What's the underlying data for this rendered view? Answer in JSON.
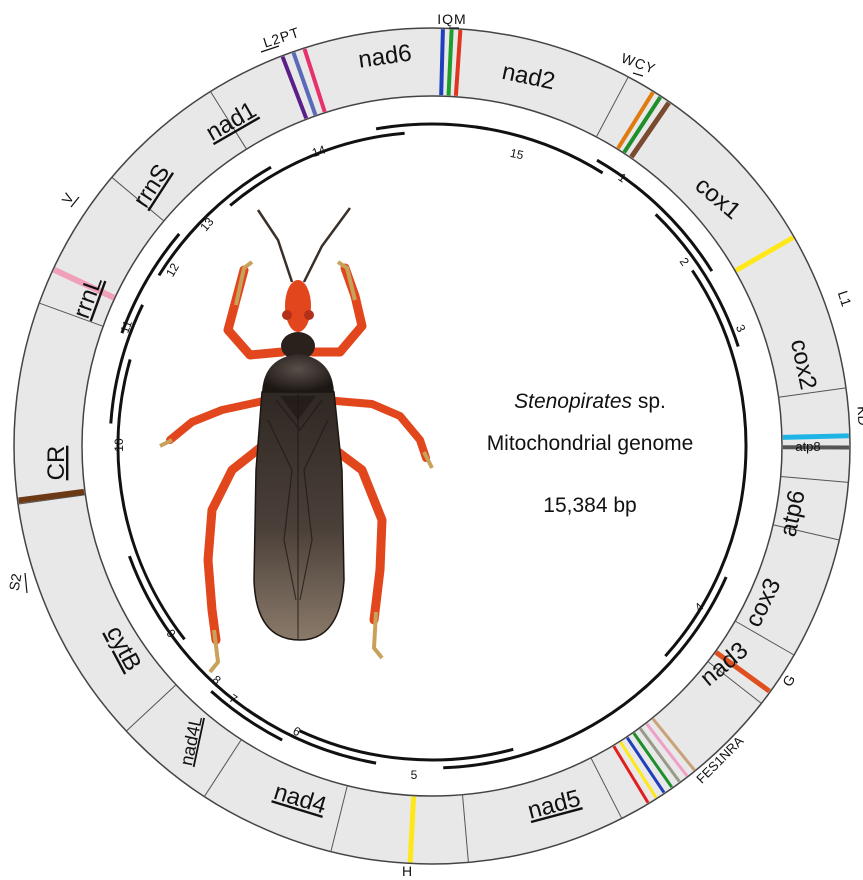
{
  "title": {
    "species_italic": "Stenopirates",
    "species_suffix": " sp.",
    "subtitle": "Mitochondrial genome",
    "size": "15,384 bp"
  },
  "colors": {
    "ring_fill": "#e8e8e8",
    "ring_stroke": "#444444",
    "body_orange": "#e2461c",
    "body_dark": "#2a211d",
    "wing": "#4a3f38"
  },
  "genes": [
    {
      "name": "nad6",
      "underline": false
    },
    {
      "name": "nad2",
      "underline": false
    },
    {
      "name": "cox1",
      "underline": false
    },
    {
      "name": "cox2",
      "underline": false
    },
    {
      "name": "atp8",
      "underline": false
    },
    {
      "name": "atp6",
      "underline": false
    },
    {
      "name": "cox3",
      "underline": false
    },
    {
      "name": "nad3",
      "underline": false
    },
    {
      "name": "nad5",
      "underline": true
    },
    {
      "name": "nad4",
      "underline": true
    },
    {
      "name": "nad4L",
      "underline": true
    },
    {
      "name": "cytB",
      "underline": true
    },
    {
      "name": "CR",
      "underline": true
    },
    {
      "name": "rrnL",
      "underline": true
    },
    {
      "name": "rrnS",
      "underline": true
    },
    {
      "name": "nad1",
      "underline": true
    }
  ],
  "trna_labels": [
    {
      "text": "IQM",
      "underline_char": 1
    },
    {
      "text": "WCY",
      "underline_char": 1
    },
    {
      "text": "L1",
      "underline_char": -1
    },
    {
      "text": "KD",
      "underline_char": -1
    },
    {
      "text": "G",
      "underline_char": -1
    },
    {
      "text": "FES1NRA",
      "underline_char": 0
    },
    {
      "text": "H",
      "underline_char": -1
    },
    {
      "text": "S2",
      "underline_char": 0
    },
    {
      "text": "V",
      "underline_char": 0
    },
    {
      "text": "L2PT",
      "underline_char": 0
    }
  ],
  "contig_numbers": [
    "1",
    "2",
    "3",
    "4",
    "5",
    "6",
    "7",
    "8",
    "9",
    "10",
    "11",
    "12",
    "13",
    "14",
    "15"
  ]
}
